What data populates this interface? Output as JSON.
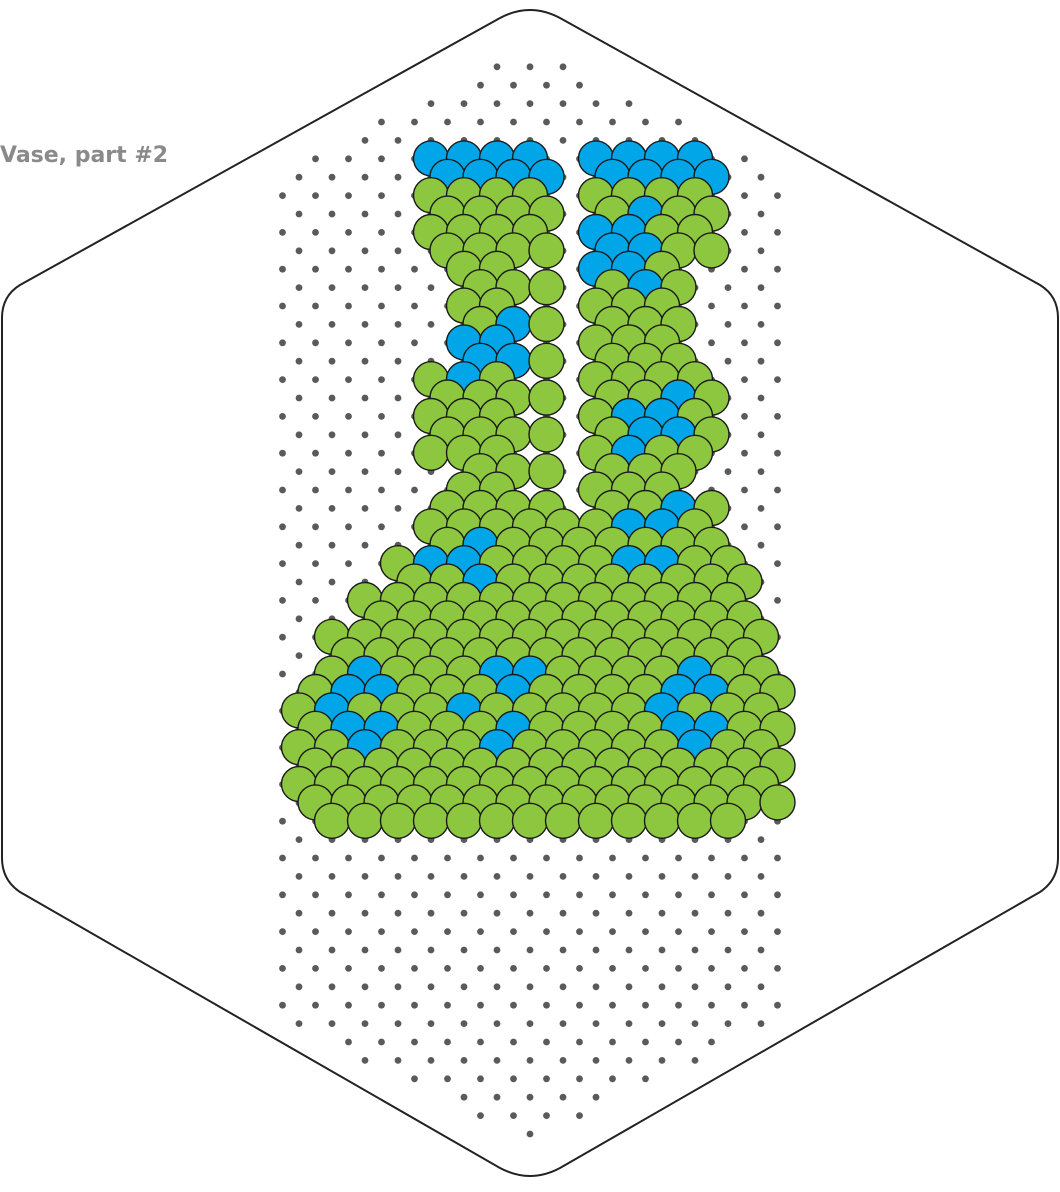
{
  "title": "Vase, part #2",
  "colors": {
    "green": "#8dc63f",
    "blue": "#00a6e8",
    "peg": "#5a5a5a",
    "board_outline": "#222222",
    "bead_outline": "#1a1a1a",
    "title": "#8a8a8a"
  },
  "pattern": {
    "rows": [
      {
        "top": false,
        "pegs": 16,
        "beads": [
          null,
          null,
          null,
          null,
          null,
          null,
          null,
          null,
          null,
          null,
          null,
          null,
          null,
          null,
          null,
          null
        ]
      },
      {
        "top": true,
        "pegs": 15,
        "beads": [
          null,
          null,
          null,
          null,
          "B",
          "B",
          "B",
          "B",
          null,
          "B",
          "B",
          "B",
          "B",
          null,
          null
        ]
      },
      {
        "top": false,
        "pegs": 16,
        "beads": [
          null,
          null,
          null,
          null,
          null,
          "B",
          "B",
          "B",
          "B",
          null,
          "B",
          "B",
          "B",
          "B",
          null,
          null
        ]
      },
      {
        "top": true,
        "pegs": 15,
        "beads": [
          null,
          null,
          null,
          null,
          "G",
          "G",
          "G",
          "G",
          null,
          "G",
          "G",
          "G",
          "G",
          null,
          null
        ]
      },
      {
        "top": false,
        "pegs": 16,
        "beads": [
          null,
          null,
          null,
          null,
          null,
          "G",
          "G",
          "G",
          "G",
          null,
          "G",
          "B",
          "G",
          "G",
          null,
          null
        ]
      },
      {
        "top": true,
        "pegs": 15,
        "beads": [
          null,
          null,
          null,
          null,
          "G",
          "G",
          "G",
          "G",
          null,
          "B",
          "B",
          "G",
          "G",
          null,
          null
        ]
      },
      {
        "top": false,
        "pegs": 16,
        "beads": [
          null,
          null,
          null,
          null,
          null,
          "G",
          "G",
          "G",
          "G",
          null,
          "B",
          "B",
          "G",
          "G",
          null,
          null
        ]
      },
      {
        "top": true,
        "pegs": 15,
        "beads": [
          null,
          null,
          null,
          null,
          null,
          "G",
          "G",
          null,
          null,
          "B",
          "B",
          "G",
          null,
          null,
          null
        ]
      },
      {
        "top": false,
        "pegs": 16,
        "beads": [
          null,
          null,
          null,
          null,
          null,
          null,
          "G",
          "G",
          "G",
          null,
          "G",
          "B",
          "G",
          null,
          null,
          null
        ]
      },
      {
        "top": true,
        "pegs": 15,
        "beads": [
          null,
          null,
          null,
          null,
          null,
          "G",
          "G",
          null,
          null,
          "G",
          "G",
          "G",
          null,
          null,
          null
        ]
      },
      {
        "top": false,
        "pegs": 16,
        "beads": [
          null,
          null,
          null,
          null,
          null,
          null,
          "G",
          "B",
          "G",
          null,
          "G",
          "G",
          "G",
          null,
          null,
          null
        ]
      },
      {
        "top": true,
        "pegs": 15,
        "beads": [
          null,
          null,
          null,
          null,
          null,
          "B",
          "B",
          null,
          null,
          "G",
          "G",
          "G",
          null,
          null,
          null
        ]
      },
      {
        "top": false,
        "pegs": 16,
        "beads": [
          null,
          null,
          null,
          null,
          null,
          null,
          "B",
          "B",
          "G",
          null,
          "G",
          "G",
          "G",
          null,
          null,
          null
        ]
      },
      {
        "top": true,
        "pegs": 15,
        "beads": [
          null,
          null,
          null,
          null,
          "G",
          "B",
          "G",
          null,
          null,
          "G",
          "G",
          "G",
          "G",
          null,
          null
        ]
      },
      {
        "top": false,
        "pegs": 16,
        "beads": [
          null,
          null,
          null,
          null,
          null,
          "G",
          "G",
          "G",
          "G",
          null,
          "G",
          "G",
          "B",
          "G",
          null,
          null
        ]
      },
      {
        "top": true,
        "pegs": 15,
        "beads": [
          null,
          null,
          null,
          null,
          "G",
          "G",
          "G",
          null,
          null,
          "G",
          "B",
          "B",
          "G",
          null,
          null
        ]
      },
      {
        "top": false,
        "pegs": 16,
        "beads": [
          null,
          null,
          null,
          null,
          null,
          "G",
          "G",
          "G",
          "G",
          null,
          "G",
          "B",
          "B",
          "G",
          null,
          null
        ]
      },
      {
        "top": true,
        "pegs": 15,
        "beads": [
          null,
          null,
          null,
          null,
          "G",
          "G",
          "G",
          null,
          null,
          "G",
          "B",
          "G",
          "G",
          null,
          null
        ]
      },
      {
        "top": false,
        "pegs": 16,
        "beads": [
          null,
          null,
          null,
          null,
          null,
          null,
          "G",
          "G",
          "G",
          null,
          "G",
          "G",
          "G",
          null,
          null,
          null
        ]
      },
      {
        "top": true,
        "pegs": 15,
        "beads": [
          null,
          null,
          null,
          null,
          null,
          "G",
          "G",
          null,
          null,
          "G",
          "G",
          "G",
          null,
          null,
          null
        ]
      },
      {
        "top": false,
        "pegs": 16,
        "beads": [
          null,
          null,
          null,
          null,
          null,
          "G",
          "G",
          "G",
          "G",
          null,
          "G",
          "G",
          "B",
          "G",
          null,
          null
        ]
      },
      {
        "top": true,
        "pegs": 15,
        "beads": [
          null,
          null,
          null,
          null,
          "G",
          "G",
          "G",
          "G",
          "G",
          "G",
          "B",
          "B",
          "G",
          null,
          null
        ]
      },
      {
        "top": false,
        "pegs": 16,
        "beads": [
          null,
          null,
          null,
          null,
          null,
          "G",
          "B",
          "G",
          "G",
          "G",
          "G",
          "G",
          "G",
          "G",
          null,
          null
        ]
      },
      {
        "top": true,
        "pegs": 15,
        "beads": [
          null,
          null,
          null,
          "G",
          "B",
          "B",
          "G",
          "G",
          "G",
          "G",
          "B",
          "B",
          "G",
          "G",
          null
        ]
      },
      {
        "top": false,
        "pegs": 16,
        "beads": [
          null,
          null,
          null,
          null,
          "G",
          "G",
          "B",
          "G",
          "G",
          "G",
          "G",
          "G",
          "G",
          "G",
          "G",
          null
        ]
      },
      {
        "top": true,
        "pegs": 15,
        "beads": [
          null,
          null,
          "G",
          "G",
          "G",
          "G",
          "G",
          "G",
          "G",
          "G",
          "G",
          "G",
          "G",
          "G",
          null
        ]
      },
      {
        "top": false,
        "pegs": 16,
        "beads": [
          null,
          null,
          null,
          "G",
          "G",
          "G",
          "G",
          "G",
          "G",
          "G",
          "G",
          "G",
          "G",
          "G",
          "G",
          null
        ]
      },
      {
        "top": true,
        "pegs": 15,
        "beads": [
          null,
          "G",
          "G",
          "G",
          "G",
          "G",
          "G",
          "G",
          "G",
          "G",
          "G",
          "G",
          "G",
          "G",
          "G"
        ]
      },
      {
        "top": false,
        "pegs": 16,
        "beads": [
          null,
          null,
          "G",
          "G",
          "G",
          "G",
          "G",
          "G",
          "G",
          "G",
          "G",
          "G",
          "G",
          "G",
          "G",
          null
        ]
      },
      {
        "top": true,
        "pegs": 15,
        "beads": [
          null,
          "G",
          "B",
          "G",
          "G",
          "G",
          "B",
          "B",
          "G",
          "G",
          "G",
          "G",
          "B",
          "G",
          "G"
        ]
      },
      {
        "top": false,
        "pegs": 16,
        "beads": [
          null,
          "G",
          "B",
          "B",
          "G",
          "G",
          "G",
          "B",
          "G",
          "G",
          "G",
          "G",
          "B",
          "B",
          "G",
          "G"
        ]
      },
      {
        "top": true,
        "pegs": 15,
        "beads": [
          "G",
          "B",
          "G",
          "G",
          "G",
          "B",
          "G",
          "G",
          "G",
          "G",
          "G",
          "B",
          "G",
          "G",
          "G"
        ]
      },
      {
        "top": false,
        "pegs": 16,
        "beads": [
          null,
          "G",
          "B",
          "B",
          "G",
          "G",
          "G",
          "B",
          "G",
          "G",
          "G",
          "G",
          "B",
          "B",
          "G",
          "G"
        ]
      },
      {
        "top": true,
        "pegs": 15,
        "beads": [
          "G",
          "G",
          "B",
          "G",
          "G",
          "G",
          "B",
          "G",
          "G",
          "G",
          "G",
          "G",
          "B",
          "G",
          "G"
        ]
      },
      {
        "top": false,
        "pegs": 16,
        "beads": [
          null,
          "G",
          "G",
          "G",
          "G",
          "G",
          "G",
          "G",
          "G",
          "G",
          "G",
          "G",
          "G",
          "G",
          "G",
          "G"
        ]
      },
      {
        "top": true,
        "pegs": 15,
        "beads": [
          "G",
          "G",
          "G",
          "G",
          "G",
          "G",
          "G",
          "G",
          "G",
          "G",
          "G",
          "G",
          "G",
          "G",
          "G"
        ]
      },
      {
        "top": false,
        "pegs": 16,
        "beads": [
          null,
          "G",
          "G",
          "G",
          "G",
          "G",
          "G",
          "G",
          "G",
          "G",
          "G",
          "G",
          "G",
          "G",
          "G",
          "G"
        ]
      },
      {
        "top": true,
        "pegs": 15,
        "beads": [
          null,
          "G",
          "G",
          "G",
          "G",
          "G",
          "G",
          "G",
          "G",
          "G",
          "G",
          "G",
          "G",
          "G",
          null
        ]
      },
      {
        "top": false,
        "pegs": 16,
        "beads": [
          null,
          null,
          null,
          null,
          null,
          null,
          null,
          null,
          null,
          null,
          null,
          null,
          null,
          null,
          null,
          null
        ]
      }
    ]
  }
}
